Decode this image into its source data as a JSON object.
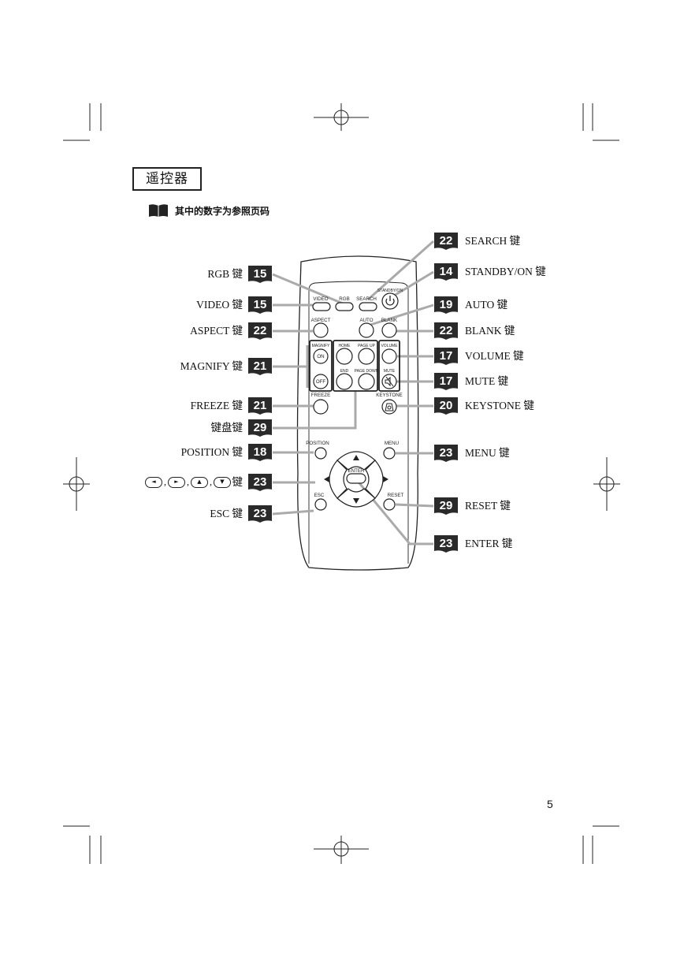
{
  "title": "遥控器",
  "subtitle": "其中的数字为参照页码",
  "page_number": "5",
  "remote_labels": {
    "video": "VIDEO",
    "rgb": "RGB",
    "search": "SEARCH",
    "standby_on": "STANDBY/ON",
    "aspect": "ASPECT",
    "auto": "AUTO",
    "blank": "BLANK",
    "magnify": "MAGNIFY",
    "on": "ON",
    "off": "OFF",
    "home": "HOME",
    "page_up": "PAGE UP",
    "end": "END",
    "page_down": "PAGE DOWN",
    "volume": "VOLUME",
    "mute": "MUTE",
    "freeze": "FREEZE",
    "keystone": "KEYSTONE",
    "position": "POSITION",
    "menu": "MENU",
    "enter": "ENTER",
    "esc": "ESC",
    "reset": "RESET"
  },
  "left_callouts": [
    {
      "label": "RGB 键",
      "page": "15"
    },
    {
      "label": "VIDEO 键",
      "page": "15"
    },
    {
      "label": "ASPECT 键",
      "page": "22"
    },
    {
      "label": "MAGNIFY 键",
      "page": "21"
    },
    {
      "label": "FREEZE 键",
      "page": "21"
    },
    {
      "label": "键盘键",
      "page": "29"
    },
    {
      "label": "POSITION 键",
      "page": "18"
    },
    {
      "label": "键",
      "page": "23"
    },
    {
      "label": "ESC 键",
      "page": "23"
    }
  ],
  "arrow_keys": [
    "◄",
    "►",
    "▲",
    "▼"
  ],
  "right_callouts": [
    {
      "label": "SEARCH 键",
      "page": "22"
    },
    {
      "label": "STANDBY/ON 键",
      "page": "14"
    },
    {
      "label": "AUTO 键",
      "page": "19"
    },
    {
      "label": "BLANK 键",
      "page": "22"
    },
    {
      "label": "VOLUME 键",
      "page": "17"
    },
    {
      "label": "MUTE 键",
      "page": "17"
    },
    {
      "label": "KEYSTONE 键",
      "page": "20"
    },
    {
      "label": "MENU 键",
      "page": "23"
    },
    {
      "label": "RESET 键",
      "page": "29"
    },
    {
      "label": "ENTER 键",
      "page": "23"
    }
  ]
}
